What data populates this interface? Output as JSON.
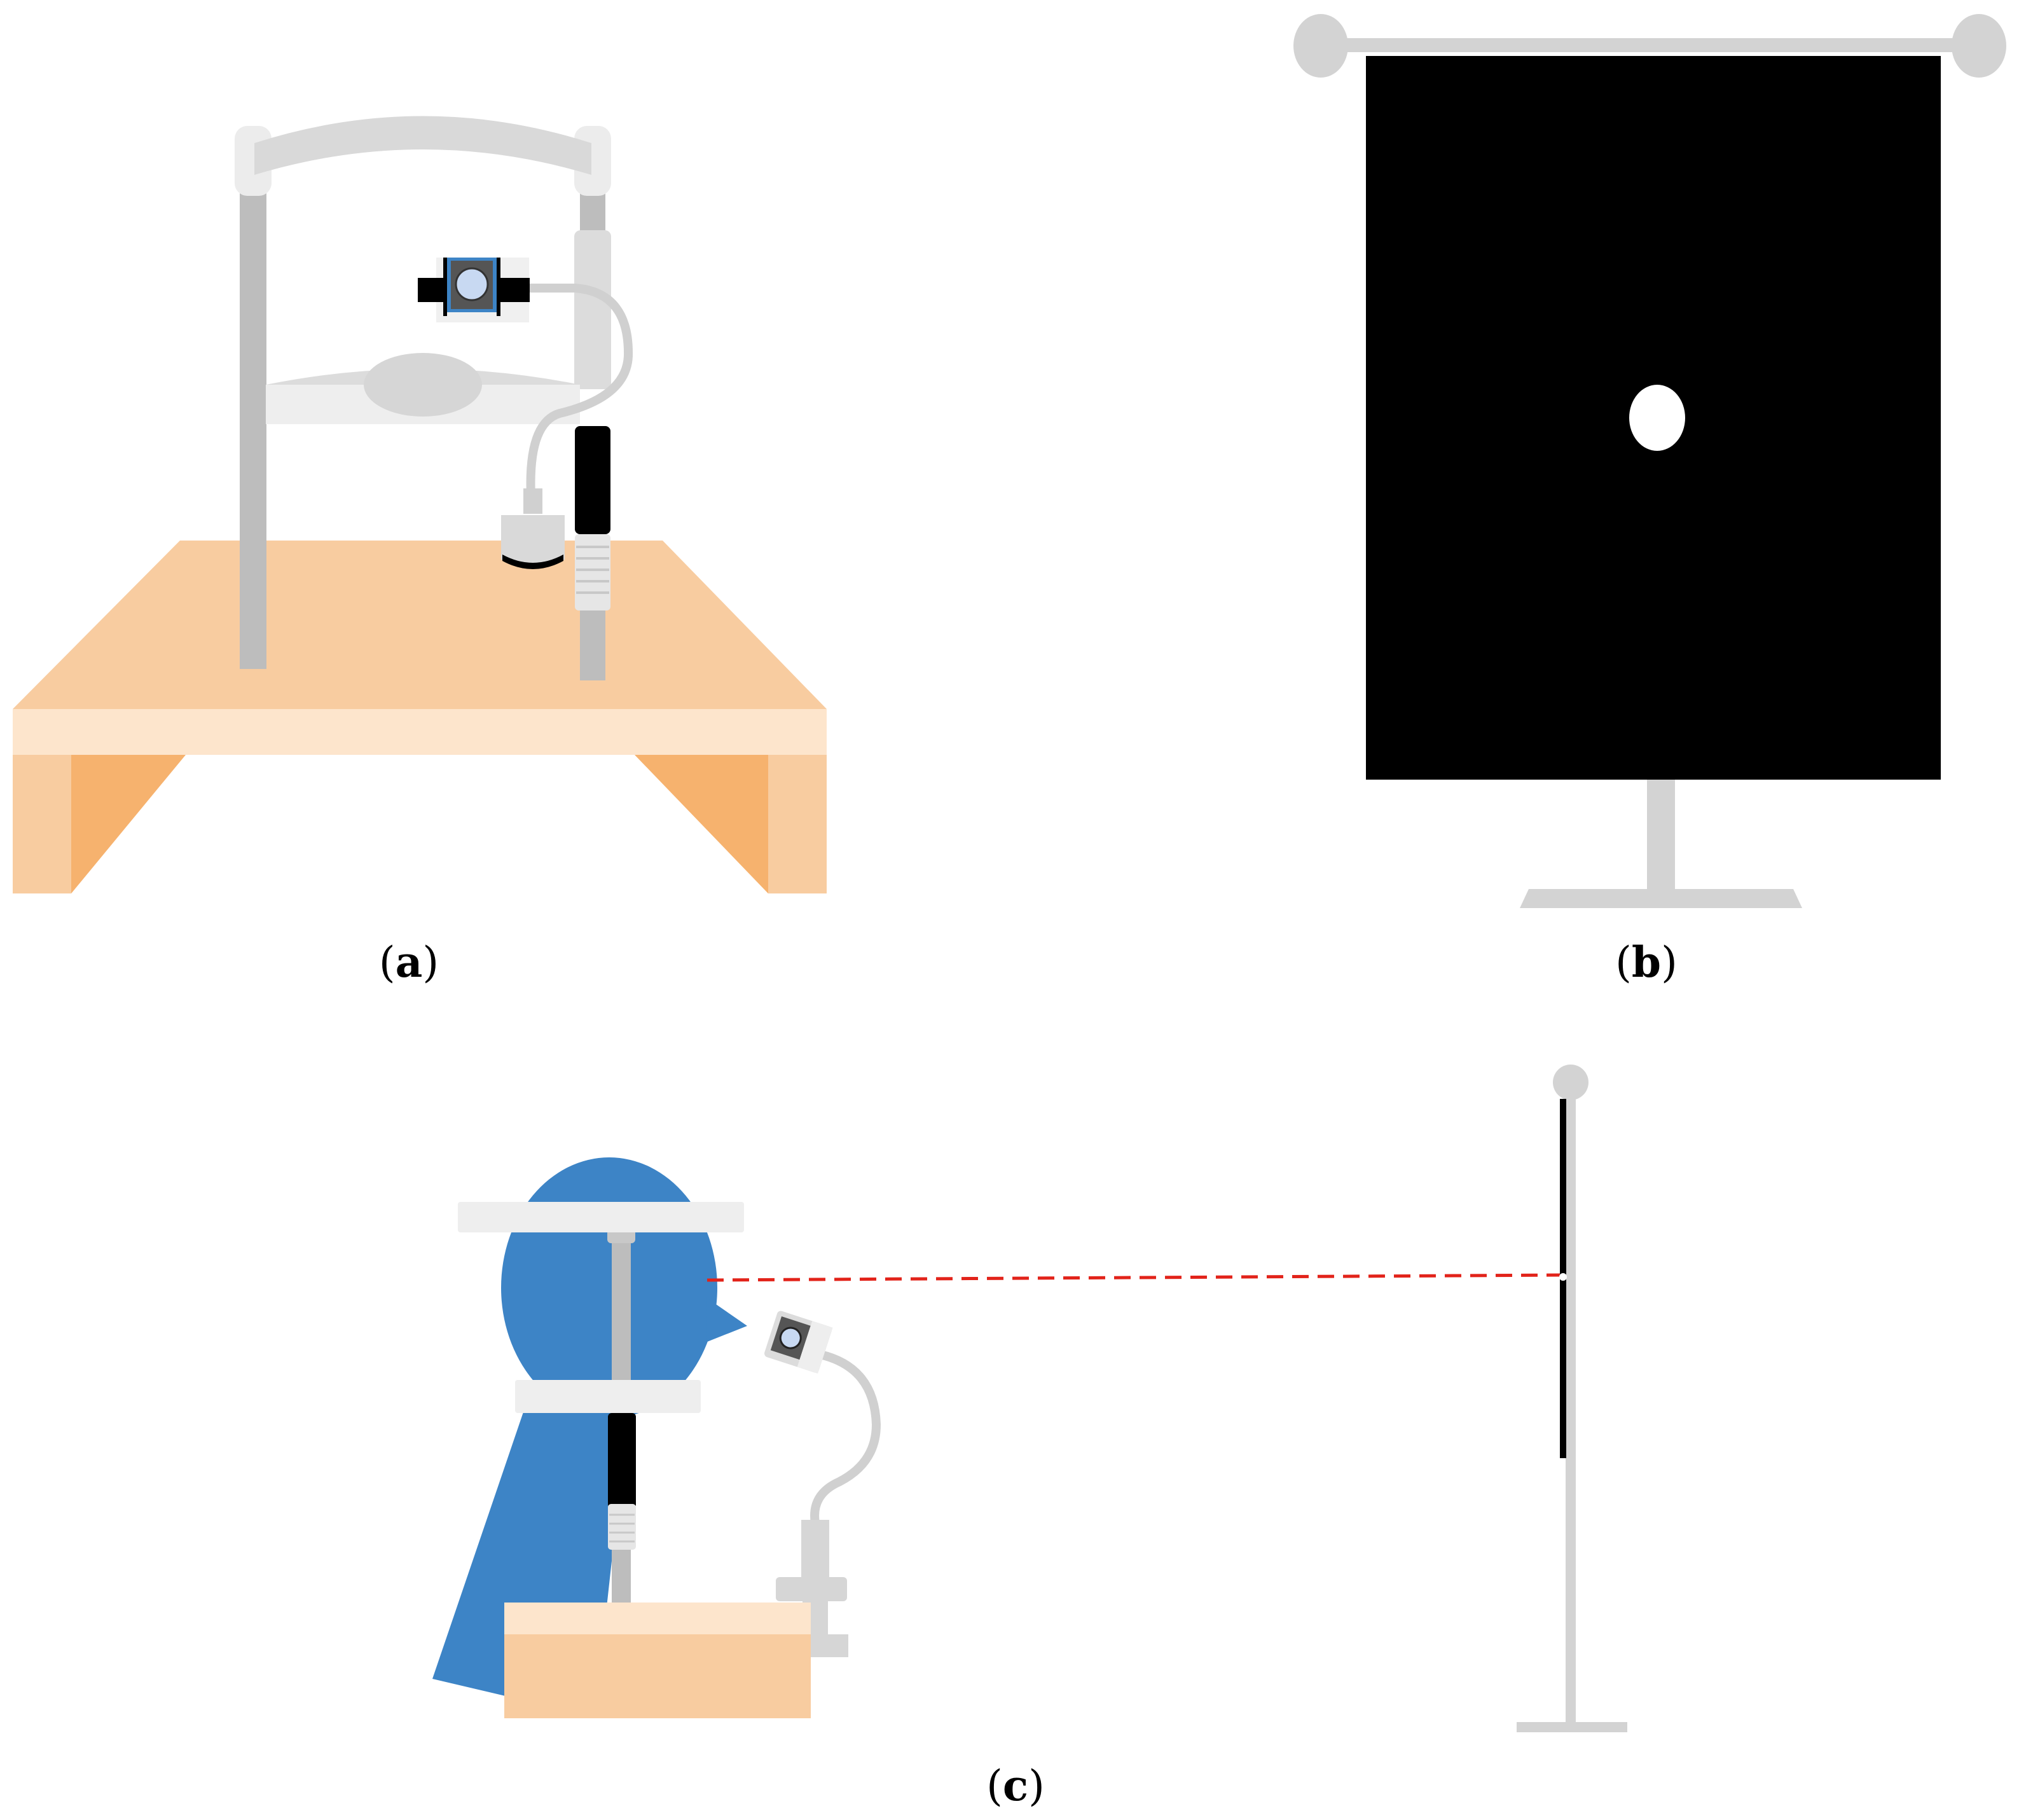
{
  "captions": {
    "a": {
      "open": "(",
      "letter": "a",
      "close": ")"
    },
    "b": {
      "open": "(",
      "letter": "b",
      "close": ")"
    },
    "c": {
      "open": "(",
      "letter": "c",
      "close": ")"
    }
  },
  "colors": {
    "table_top": "#f8cca0",
    "table_edge": "#fde5cc",
    "table_shadow": "#f6b26e",
    "pole": "#bdbdbd",
    "pole_light": "#d6d6d6",
    "bracket": "#eeeeee",
    "camera_body": "#3d84c6",
    "camera_lens": "#c8d9f2",
    "screen": "#000000",
    "target_dot": "#ffffff",
    "head": "#3d84c6",
    "sight_line": "#e2231a",
    "stand": "#d3d3d3"
  },
  "icons": {
    "camera": "eye-camera-icon",
    "target": "fixation-target-icon"
  }
}
